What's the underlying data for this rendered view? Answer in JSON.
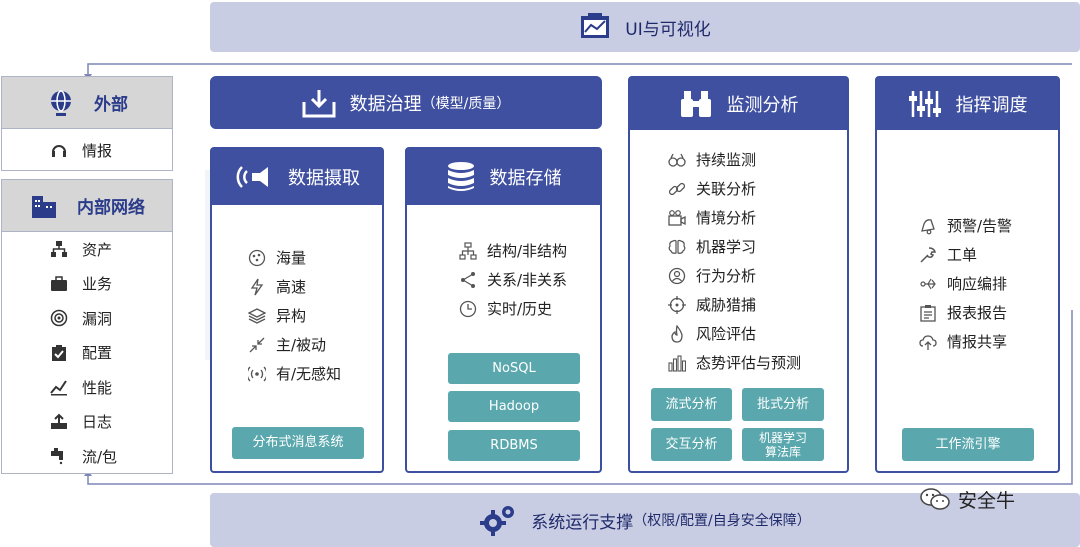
{
  "top_bar": {
    "label": "UI与可视化"
  },
  "bottom_bar": {
    "label": "系统运行支撑",
    "sub": "（权限/配置/自身安全保障）"
  },
  "left": {
    "external": {
      "title": "外部",
      "items": [
        "情报"
      ]
    },
    "internal": {
      "title": "内部网络",
      "items": [
        "资产",
        "业务",
        "漏洞",
        "配置",
        "性能",
        "日志",
        "流/包"
      ]
    }
  },
  "governance": {
    "title": "数据治理",
    "sub": "（模型/质量）"
  },
  "ingest": {
    "title": "数据摄取",
    "items": [
      "海量",
      "高速",
      "异构",
      "主/被动",
      "有/无感知"
    ],
    "button": "分布式消息系统"
  },
  "storage": {
    "title": "数据存储",
    "items": [
      "结构/非结构",
      "关系/非关系",
      "实时/历史"
    ],
    "buttons": [
      "NoSQL",
      "Hadoop",
      "RDBMS"
    ]
  },
  "monitor": {
    "title": "监测分析",
    "items": [
      "持续监测",
      "关联分析",
      "情境分析",
      "机器学习",
      "行为分析",
      "威胁猎捕",
      "风险评估",
      "态势评估与预测"
    ],
    "buttons": [
      "流式分析",
      "批式分析",
      "交互分析",
      "机器学习\n算法库"
    ]
  },
  "command": {
    "title": "指挥调度",
    "items": [
      "预警/告警",
      "工单",
      "响应编排",
      "报表报告",
      "情报共享"
    ],
    "button": "工作流引擎"
  },
  "watermark": {
    "text": "安全牛"
  },
  "colors": {
    "panel_blue": "#4050a1",
    "teal": "#5aa8ad",
    "bar": "#c9cde3"
  }
}
